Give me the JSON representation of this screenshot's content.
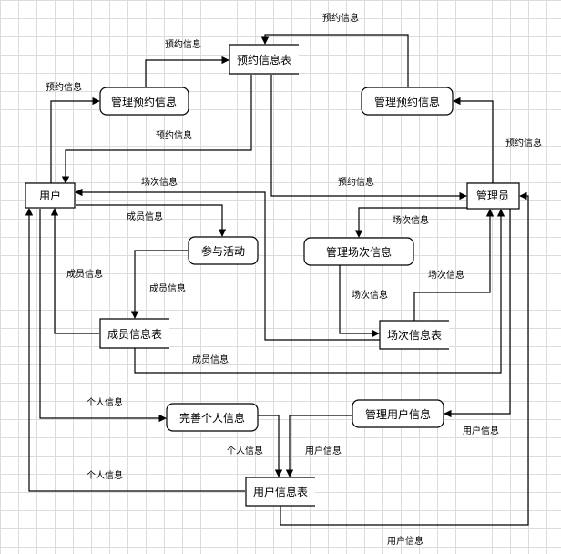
{
  "nodes": {
    "booking_table": "预约信息表",
    "manage_booking_left": "管理预约信息",
    "manage_booking_right": "管理预约信息",
    "user": "用户",
    "admin": "管理员",
    "join_activity": "参与活动",
    "manage_session": "管理场次信息",
    "member_table": "成员信息表",
    "session_table": "场次信息表",
    "complete_profile": "完善个人信息",
    "manage_user": "管理用户信息",
    "user_table": "用户信息表"
  },
  "edge_labels": {
    "top_booking": "预约信息",
    "booking_a": "预约信息",
    "booking_b": "预约信息",
    "booking_c": "预约信息",
    "booking_d": "预约信息",
    "booking_e": "预约信息",
    "session_a": "场次信息",
    "session_b": "场次信息",
    "session_c": "场次信息",
    "session_d": "场次信息",
    "member_a": "成员信息",
    "member_b": "成员信息",
    "member_c": "成员信息",
    "member_d": "成员信息",
    "personal_a": "个人信息",
    "personal_b": "个人信息",
    "personal_c": "个人信息",
    "userinfo_a": "用户信息",
    "userinfo_b": "用户信息",
    "userinfo_c": "用户信息"
  }
}
